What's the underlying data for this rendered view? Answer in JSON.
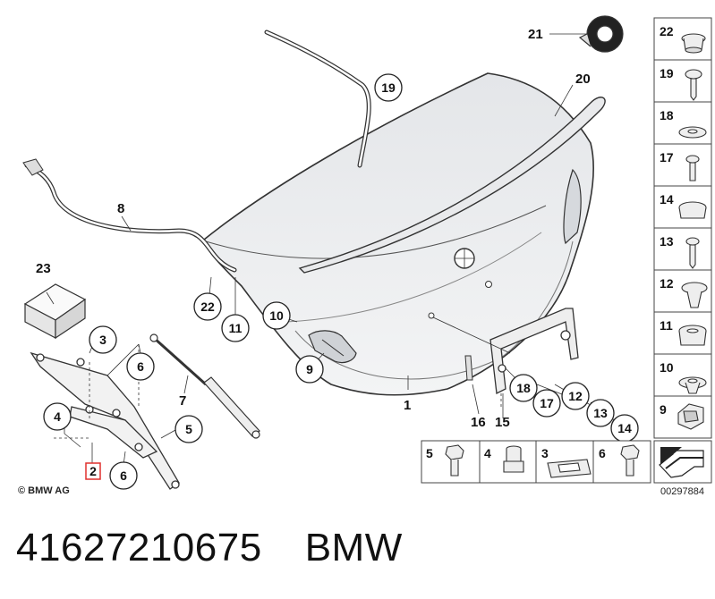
{
  "copyright": "© BMW AG",
  "diagram_code": "00297884",
  "part_number": "41627210675",
  "brand": "BMW",
  "highlighted_label": "2",
  "callouts": {
    "c1": "1",
    "c3": "3",
    "c4": "4",
    "c5": "5",
    "c6a": "6",
    "c6b": "6",
    "c7": "7",
    "c8": "8",
    "c9": "9",
    "c10": "10",
    "c11": "11",
    "c12": "12",
    "c13": "13",
    "c14": "14",
    "c15": "15",
    "c16": "16",
    "c17": "17",
    "c18": "18",
    "c19": "19",
    "c20": "20",
    "c21": "21",
    "c22": "22",
    "c23": "23",
    "c2": "2"
  },
  "side_parts": [
    "22",
    "19",
    "18",
    "17",
    "14",
    "13",
    "12",
    "11",
    "10",
    "9"
  ],
  "bottom_parts": [
    "5",
    "4",
    "3",
    "6"
  ]
}
